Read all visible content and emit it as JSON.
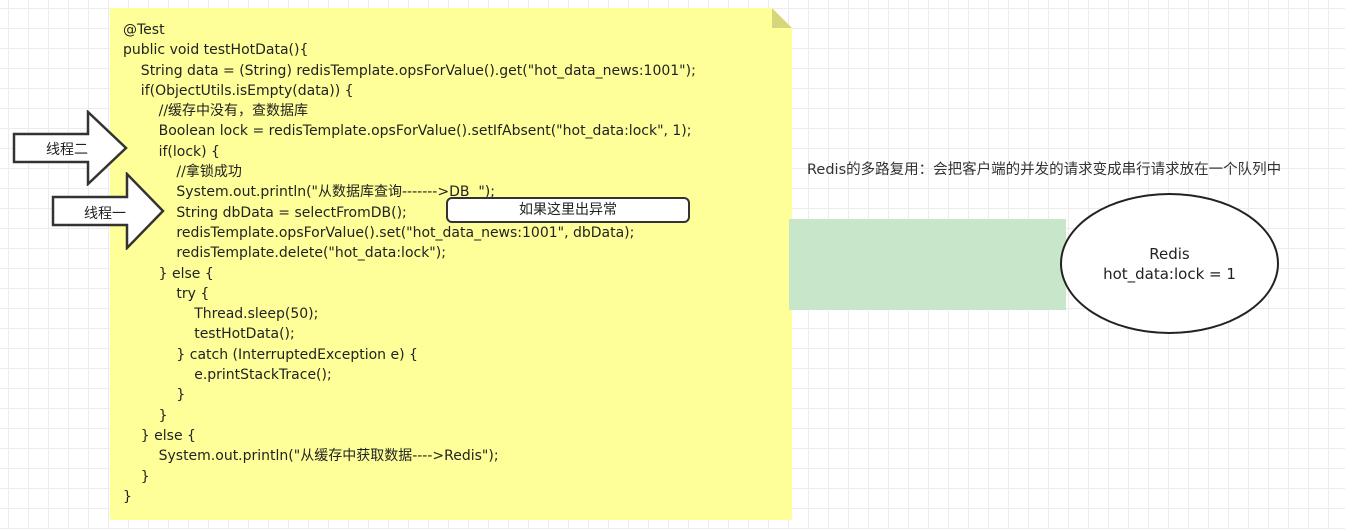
{
  "code_note": {
    "lines": [
      "@Test",
      "public void testHotData(){",
      "    String data = (String) redisTemplate.opsForValue().get(\"hot_data_news:1001\");",
      "    if(ObjectUtils.isEmpty(data)) {",
      "        //缓存中没有，查数据库",
      "        Boolean lock = redisTemplate.opsForValue().setIfAbsent(\"hot_data:lock\", 1);",
      "        if(lock) {",
      "            //拿锁成功",
      "            System.out.println(\"从数据库查询------->DB  \");",
      "            String dbData = selectFromDB();",
      "            redisTemplate.opsForValue().set(\"hot_data_news:1001\", dbData);",
      "            redisTemplate.delete(\"hot_data:lock\");",
      "        } else {",
      "            try {",
      "                Thread.sleep(50);",
      "                testHotData();",
      "            } catch (InterruptedException e) {",
      "                e.printStackTrace();",
      "            }",
      "        }",
      "    } else {",
      "        System.out.println(\"从缓存中获取数据---->Redis\");",
      "    }",
      "}"
    ]
  },
  "thread_two_label": "线程二",
  "thread_one_label": "线程一",
  "exception_callout": "如果这里出异常",
  "redis_note": "Redis的多路复用：会把客户端的并发的请求变成串行请求放在一个队列中",
  "redis_node": {
    "title": "Redis",
    "value": "hot_data:lock = 1"
  },
  "colors": {
    "note_fill": "#ffff99",
    "note_fold": "#d6d67a",
    "green_band": "#c8e6c9",
    "stroke": "#333333"
  }
}
